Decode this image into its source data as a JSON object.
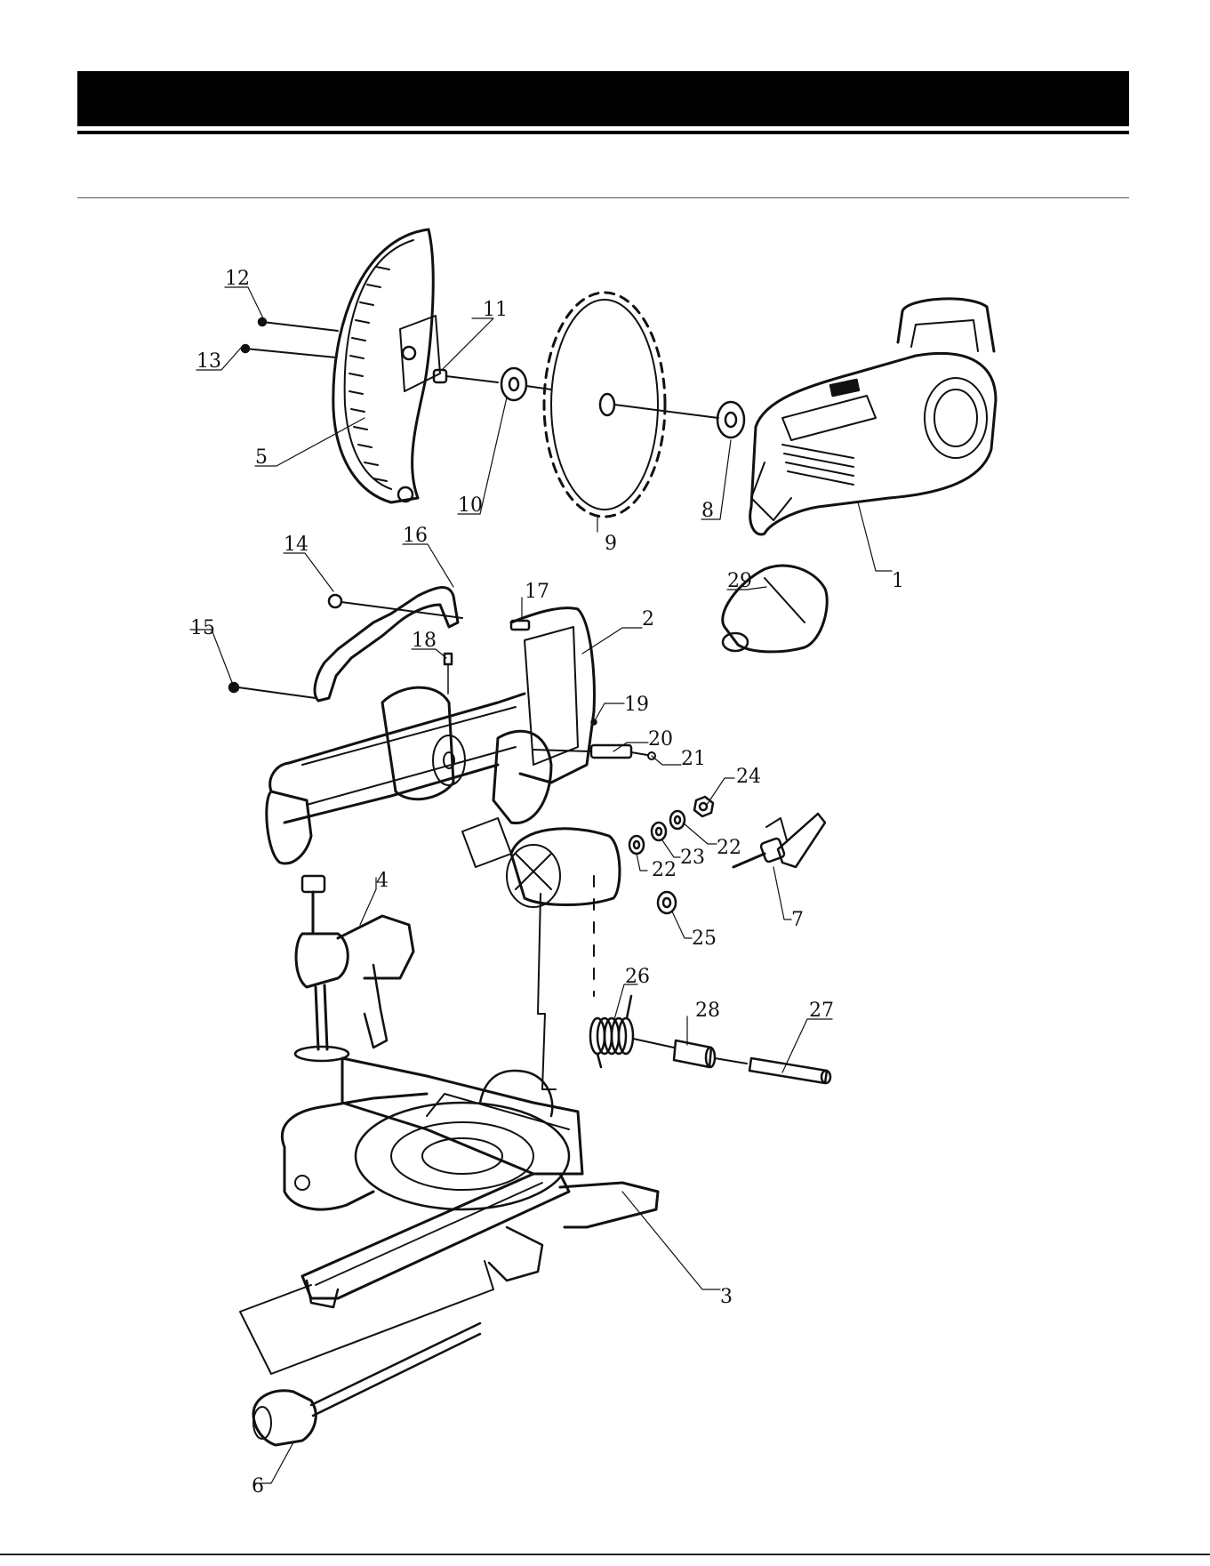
{
  "colors": {
    "ink": "#111111",
    "paper": "#ffffff",
    "title_bar": "#000000"
  },
  "callouts": [
    {
      "label": "12",
      "part": "screw"
    },
    {
      "label": "13",
      "part": "screw"
    },
    {
      "label": "11",
      "part": "flange-bolt"
    },
    {
      "label": "5",
      "part": "lower-blade-guard"
    },
    {
      "label": "10",
      "part": "outer-flange"
    },
    {
      "label": "9",
      "part": "saw-blade"
    },
    {
      "label": "8",
      "part": "inner-flange"
    },
    {
      "label": "1",
      "part": "motor-head"
    },
    {
      "label": "14",
      "part": "nut"
    },
    {
      "label": "16",
      "part": "guard-link"
    },
    {
      "label": "17",
      "part": "screw"
    },
    {
      "label": "2",
      "part": "arm-housing"
    },
    {
      "label": "15",
      "part": "screw"
    },
    {
      "label": "18",
      "part": "pin"
    },
    {
      "label": "29",
      "part": "cap"
    },
    {
      "label": "19",
      "part": "pin"
    },
    {
      "label": "20",
      "part": "pivot-shaft"
    },
    {
      "label": "21",
      "part": "clip"
    },
    {
      "label": "24",
      "part": "nut"
    },
    {
      "label": "22",
      "part": "washer"
    },
    {
      "label": "23",
      "part": "washer"
    },
    {
      "label": "22",
      "part": "washer"
    },
    {
      "label": "7",
      "part": "bevel-knob"
    },
    {
      "label": "4",
      "part": "clamp"
    },
    {
      "label": "25",
      "part": "washer"
    },
    {
      "label": "26",
      "part": "spring"
    },
    {
      "label": "28",
      "part": "sleeve"
    },
    {
      "label": "27",
      "part": "pivot-pin"
    },
    {
      "label": "3",
      "part": "base"
    },
    {
      "label": "6",
      "part": "handle"
    }
  ]
}
